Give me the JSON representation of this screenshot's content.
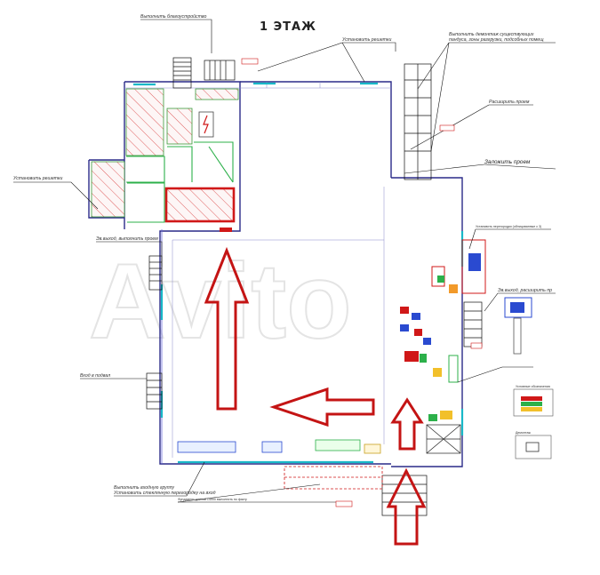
{
  "title": "1 ЭТАЖ",
  "watermark": "Avito",
  "annotations": {
    "landscaping": "Выполнить благоустройство",
    "grilles_top": "Установить решетки",
    "dismantle": "Выполнить демонтаж существующих пандуса, зоны разгрузки, подсобных помещ",
    "widen_opening_top": "Расширить проем",
    "block_opening": "Заложить проем",
    "grilles_left": "Установить решетки",
    "evac_exit_left": "Эв.выход, выполнить проем",
    "install_partitions": "Установить перегородки (облицованные с 3)",
    "evac_exit_right": "Эв.выход, расширить пр",
    "basement_entry": "Вход в подвал",
    "entrance_group": "Выполнить входную группу",
    "glass_partition": "Установить стеклянную перегородку на вход",
    "foundation_note": "Фундамент длиной 14000 выполнить по факту",
    "legend_title": "Условные обозначения",
    "dismantle_legend": "Демонтаж"
  }
}
